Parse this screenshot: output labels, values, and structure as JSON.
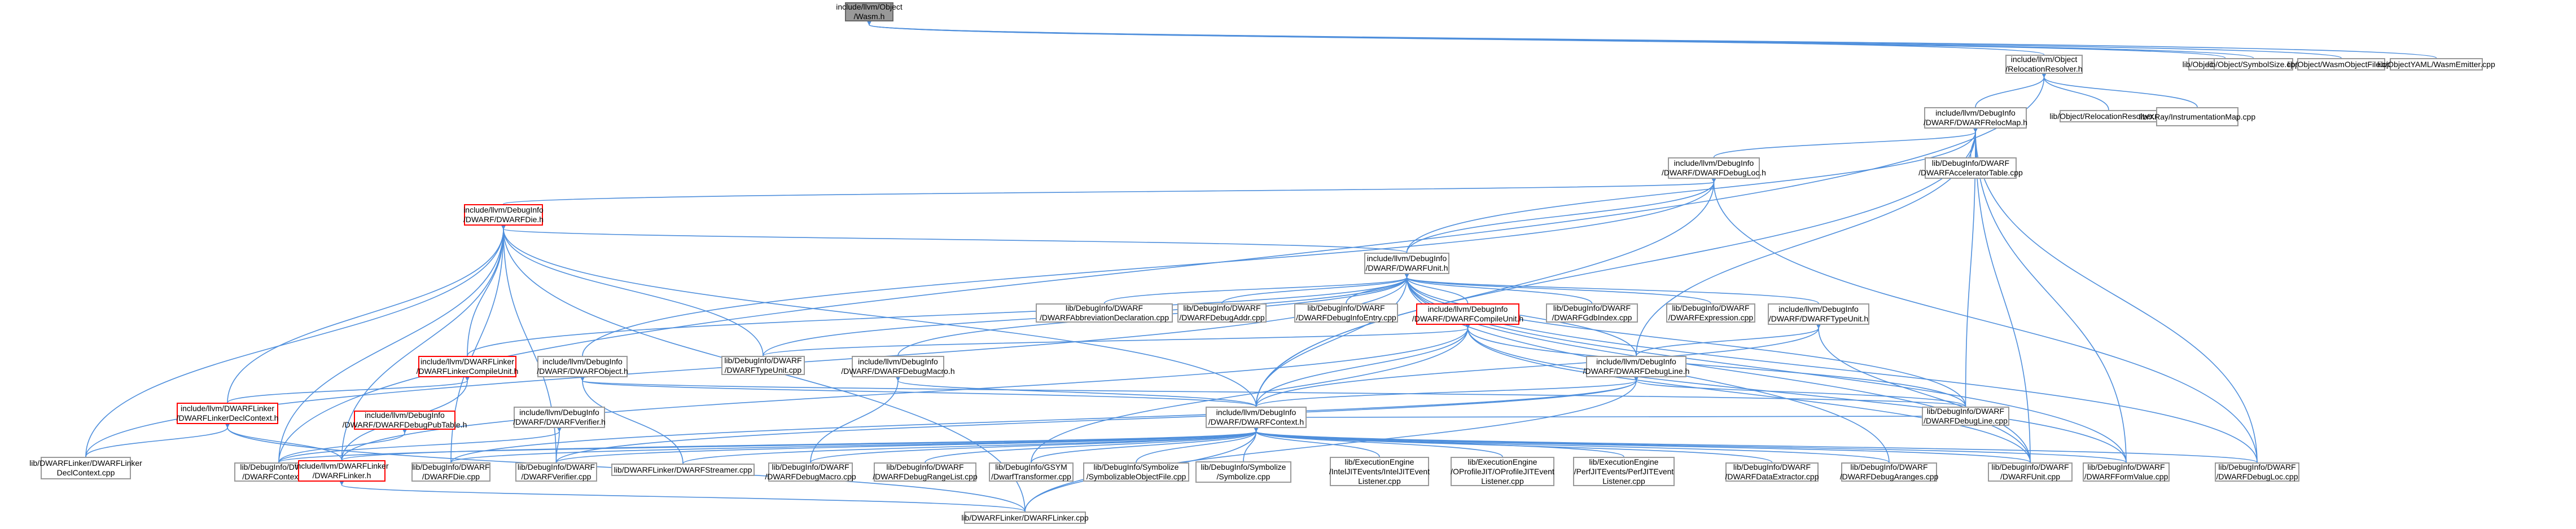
{
  "colors": {
    "edge": "#4f8fdc",
    "node_border": "#999999",
    "focus_fill": "#999999",
    "highlight_border": "#ff0000"
  },
  "nodes": [
    {
      "id": "wasm",
      "lines": [
        "include/llvm/Object",
        "/Wasm.h"
      ],
      "style": "focus"
    },
    {
      "id": "relres_h",
      "lines": [
        "include/llvm/Object",
        "/RelocationResolver.h"
      ],
      "style": "normal"
    },
    {
      "id": "objfile",
      "lines": [
        "lib/Object/ObjectFile.cpp"
      ],
      "style": "normal"
    },
    {
      "id": "symsize",
      "lines": [
        "lib/Object/SymbolSize.cpp"
      ],
      "style": "normal"
    },
    {
      "id": "wasmobj",
      "lines": [
        "lib/Object/WasmObjectFile.cpp"
      ],
      "style": "normal"
    },
    {
      "id": "wasmemit",
      "lines": [
        "lib/ObjectYAML/WasmEmitter.cpp"
      ],
      "style": "normal"
    },
    {
      "id": "relocmap",
      "lines": [
        "include/llvm/DebugInfo",
        "/DWARF/DWARFRelocMap.h"
      ],
      "style": "normal"
    },
    {
      "id": "relres_cpp",
      "lines": [
        "lib/Object/RelocationResolver.cpp"
      ],
      "style": "normal"
    },
    {
      "id": "xray",
      "lines": [
        "lib/XRay/InstrumentationMap.cpp"
      ],
      "style": "normal"
    },
    {
      "id": "debugloc_h",
      "lines": [
        "include/llvm/DebugInfo",
        "/DWARF/DWARFDebugLoc.h"
      ],
      "style": "normal"
    },
    {
      "id": "acceltable",
      "lines": [
        "lib/DebugInfo/DWARF",
        "/DWARFAcceleratorTable.cpp"
      ],
      "style": "normal"
    },
    {
      "id": "die_h",
      "lines": [
        "include/llvm/DebugInfo",
        "/DWARF/DWARFDie.h"
      ],
      "style": "red"
    },
    {
      "id": "unit_h",
      "lines": [
        "include/llvm/DebugInfo",
        "/DWARF/DWARFUnit.h"
      ],
      "style": "normal"
    },
    {
      "id": "abbrevdecl",
      "lines": [
        "lib/DebugInfo/DWARF",
        "/DWARFAbbreviationDeclaration.cpp"
      ],
      "style": "normal"
    },
    {
      "id": "debugaddr",
      "lines": [
        "lib/DebugInfo/DWARF",
        "/DWARFDebugAddr.cpp"
      ],
      "style": "normal"
    },
    {
      "id": "debuginfoentry",
      "lines": [
        "lib/DebugInfo/DWARF",
        "/DWARFDebugInfoEntry.cpp"
      ],
      "style": "normal"
    },
    {
      "id": "compileunit_h",
      "lines": [
        "include/llvm/DebugInfo",
        "/DWARF/DWARFCompileUnit.h"
      ],
      "style": "red"
    },
    {
      "id": "gdbindex",
      "lines": [
        "lib/DebugInfo/DWARF",
        "/DWARFGdbIndex.cpp"
      ],
      "style": "normal"
    },
    {
      "id": "expression",
      "lines": [
        "lib/DebugInfo/DWARF",
        "/DWARFExpression.cpp"
      ],
      "style": "normal"
    },
    {
      "id": "typeunit_h",
      "lines": [
        "include/llvm/DebugInfo",
        "/DWARF/DWARFTypeUnit.h"
      ],
      "style": "normal"
    },
    {
      "id": "linkercu_h",
      "lines": [
        "include/llvm/DWARFLinker",
        "/DWARFLinkerCompileUnit.h"
      ],
      "style": "red"
    },
    {
      "id": "object_h",
      "lines": [
        "include/llvm/DebugInfo",
        "/DWARF/DWARFObject.h"
      ],
      "style": "normal"
    },
    {
      "id": "typeunit_cpp",
      "lines": [
        "lib/DebugInfo/DWARF",
        "/DWARFTypeUnit.cpp"
      ],
      "style": "normal"
    },
    {
      "id": "debugmacro_h",
      "lines": [
        "include/llvm/DebugInfo",
        "/DWARF/DWARFDebugMacro.h"
      ],
      "style": "normal"
    },
    {
      "id": "debugline_h",
      "lines": [
        "include/llvm/DebugInfo",
        "/DWARF/DWARFDebugLine.h"
      ],
      "style": "normal"
    },
    {
      "id": "linkerdecl_h",
      "lines": [
        "include/llvm/DWARFLinker",
        "/DWARFLinkerDeclContext.h"
      ],
      "style": "red"
    },
    {
      "id": "pubtable_h",
      "lines": [
        "include/llvm/DebugInfo",
        "/DWARF/DWARFDebugPubTable.h"
      ],
      "style": "red"
    },
    {
      "id": "verifier_h",
      "lines": [
        "include/llvm/DebugInfo",
        "/DWARF/DWARFVerifier.h"
      ],
      "style": "normal"
    },
    {
      "id": "context_h",
      "lines": [
        "include/llvm/DebugInfo",
        "/DWARF/DWARFContext.h"
      ],
      "style": "normal"
    },
    {
      "id": "debugline_cpp",
      "lines": [
        "lib/DebugInfo/DWARF",
        "/DWARFDebugLine.cpp"
      ],
      "style": "normal"
    },
    {
      "id": "declctx_cpp",
      "lines": [
        "lib/DWARFLinker/DWARFLinker",
        "DeclContext.cpp"
      ],
      "style": "normal"
    },
    {
      "id": "context_cpp",
      "lines": [
        "lib/DebugInfo/DWARF",
        "/DWARFContext.cpp"
      ],
      "style": "normal"
    },
    {
      "id": "linker_h",
      "lines": [
        "include/llvm/DWARFLinker",
        "/DWARFLinker.h"
      ],
      "style": "red"
    },
    {
      "id": "die_cpp",
      "lines": [
        "lib/DebugInfo/DWARF",
        "/DWARFDie.cpp"
      ],
      "style": "normal"
    },
    {
      "id": "verifier_cpp",
      "lines": [
        "lib/DebugInfo/DWARF",
        "/DWARFVerifier.cpp"
      ],
      "style": "normal"
    },
    {
      "id": "streamer",
      "lines": [
        "lib/DWARFLinker/DWARFStreamer.cpp"
      ],
      "style": "normal"
    },
    {
      "id": "debugmacro_cpp",
      "lines": [
        "lib/DebugInfo/DWARF",
        "/DWARFDebugMacro.cpp"
      ],
      "style": "normal"
    },
    {
      "id": "rangelist",
      "lines": [
        "lib/DebugInfo/DWARF",
        "/DWARFDebugRangeList.cpp"
      ],
      "style": "normal"
    },
    {
      "id": "gsym",
      "lines": [
        "lib/DebugInfo/GSYM",
        "/DwarfTransformer.cpp"
      ],
      "style": "normal"
    },
    {
      "id": "symobjfile",
      "lines": [
        "lib/DebugInfo/Symbolize",
        "/SymbolizableObjectFile.cpp"
      ],
      "style": "normal"
    },
    {
      "id": "symbolize",
      "lines": [
        "lib/DebugInfo/Symbolize",
        "/Symbolize.cpp"
      ],
      "style": "normal"
    },
    {
      "id": "intel",
      "lines": [
        "lib/ExecutionEngine",
        "/IntelJITEvents/IntelJITEvent",
        "Listener.cpp"
      ],
      "style": "normal"
    },
    {
      "id": "oprofile",
      "lines": [
        "lib/ExecutionEngine",
        "/OProfileJIT/OProfileJITEvent",
        "Listener.cpp"
      ],
      "style": "normal"
    },
    {
      "id": "perf",
      "lines": [
        "lib/ExecutionEngine",
        "/PerfJITEvents/PerfJITEvent",
        "Listener.cpp"
      ],
      "style": "normal"
    },
    {
      "id": "dataextractor",
      "lines": [
        "lib/DebugInfo/DWARF",
        "/DWARFDataExtractor.cpp"
      ],
      "style": "normal"
    },
    {
      "id": "debugaranges",
      "lines": [
        "lib/DebugInfo/DWARF",
        "/DWARFDebugAranges.cpp"
      ],
      "style": "normal"
    },
    {
      "id": "unit_cpp",
      "lines": [
        "lib/DebugInfo/DWARF",
        "/DWARFUnit.cpp"
      ],
      "style": "normal"
    },
    {
      "id": "formvalue",
      "lines": [
        "lib/DebugInfo/DWARF",
        "/DWARFFormValue.cpp"
      ],
      "style": "normal"
    },
    {
      "id": "debugloc_cpp",
      "lines": [
        "lib/DebugInfo/DWARF",
        "/DWARFDebugLoc.cpp"
      ],
      "style": "normal"
    },
    {
      "id": "linker_cpp",
      "lines": [
        "lib/DWARFLinker/DWARFLinker.cpp"
      ],
      "style": "normal"
    }
  ]
}
